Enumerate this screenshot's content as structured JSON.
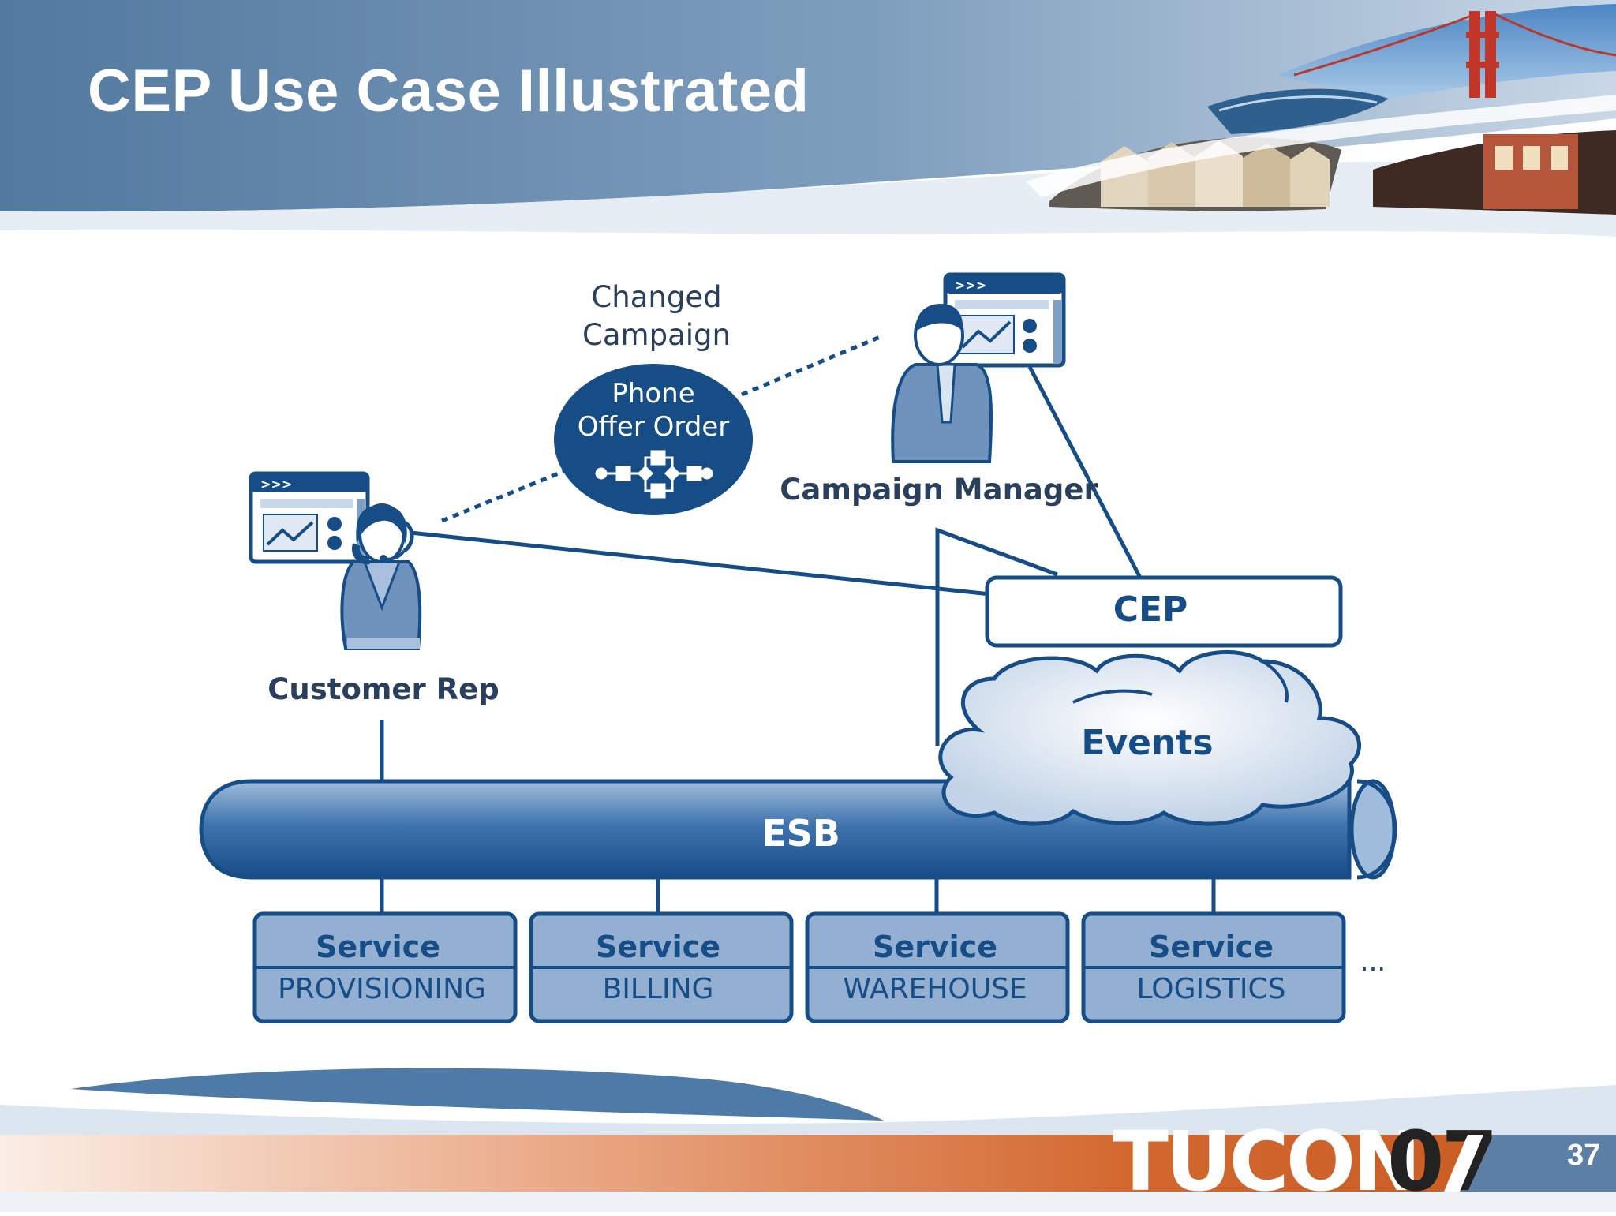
{
  "slide": {
    "title": "CEP Use Case Illustrated",
    "page_number": "37",
    "footer_logo_letters": "TUCON",
    "footer_logo_year": "07"
  },
  "diagram": {
    "changed_campaign": [
      "Changed",
      "Campaign"
    ],
    "campaign_bubble": [
      "Phone",
      "Offer Order"
    ],
    "campaign_manager_label": "Campaign Manager",
    "customer_rep_label": "Customer Rep",
    "cep_label": "CEP",
    "events_label": "Events",
    "esb_label": "ESB",
    "services": [
      {
        "kind": "Service",
        "name": "PROVISIONING"
      },
      {
        "kind": "Service",
        "name": "BILLING"
      },
      {
        "kind": "Service",
        "name": "WAREHOUSE"
      },
      {
        "kind": "Service",
        "name": "LOGISTICS"
      }
    ],
    "more_indicator": "...",
    "window_chevrons": ">>>"
  },
  "colors": {
    "header_blue": "#5b83a8",
    "diagram_navy": "#164d87",
    "service_fill": "#93b0d2",
    "footer_orange": "#d0662c"
  }
}
